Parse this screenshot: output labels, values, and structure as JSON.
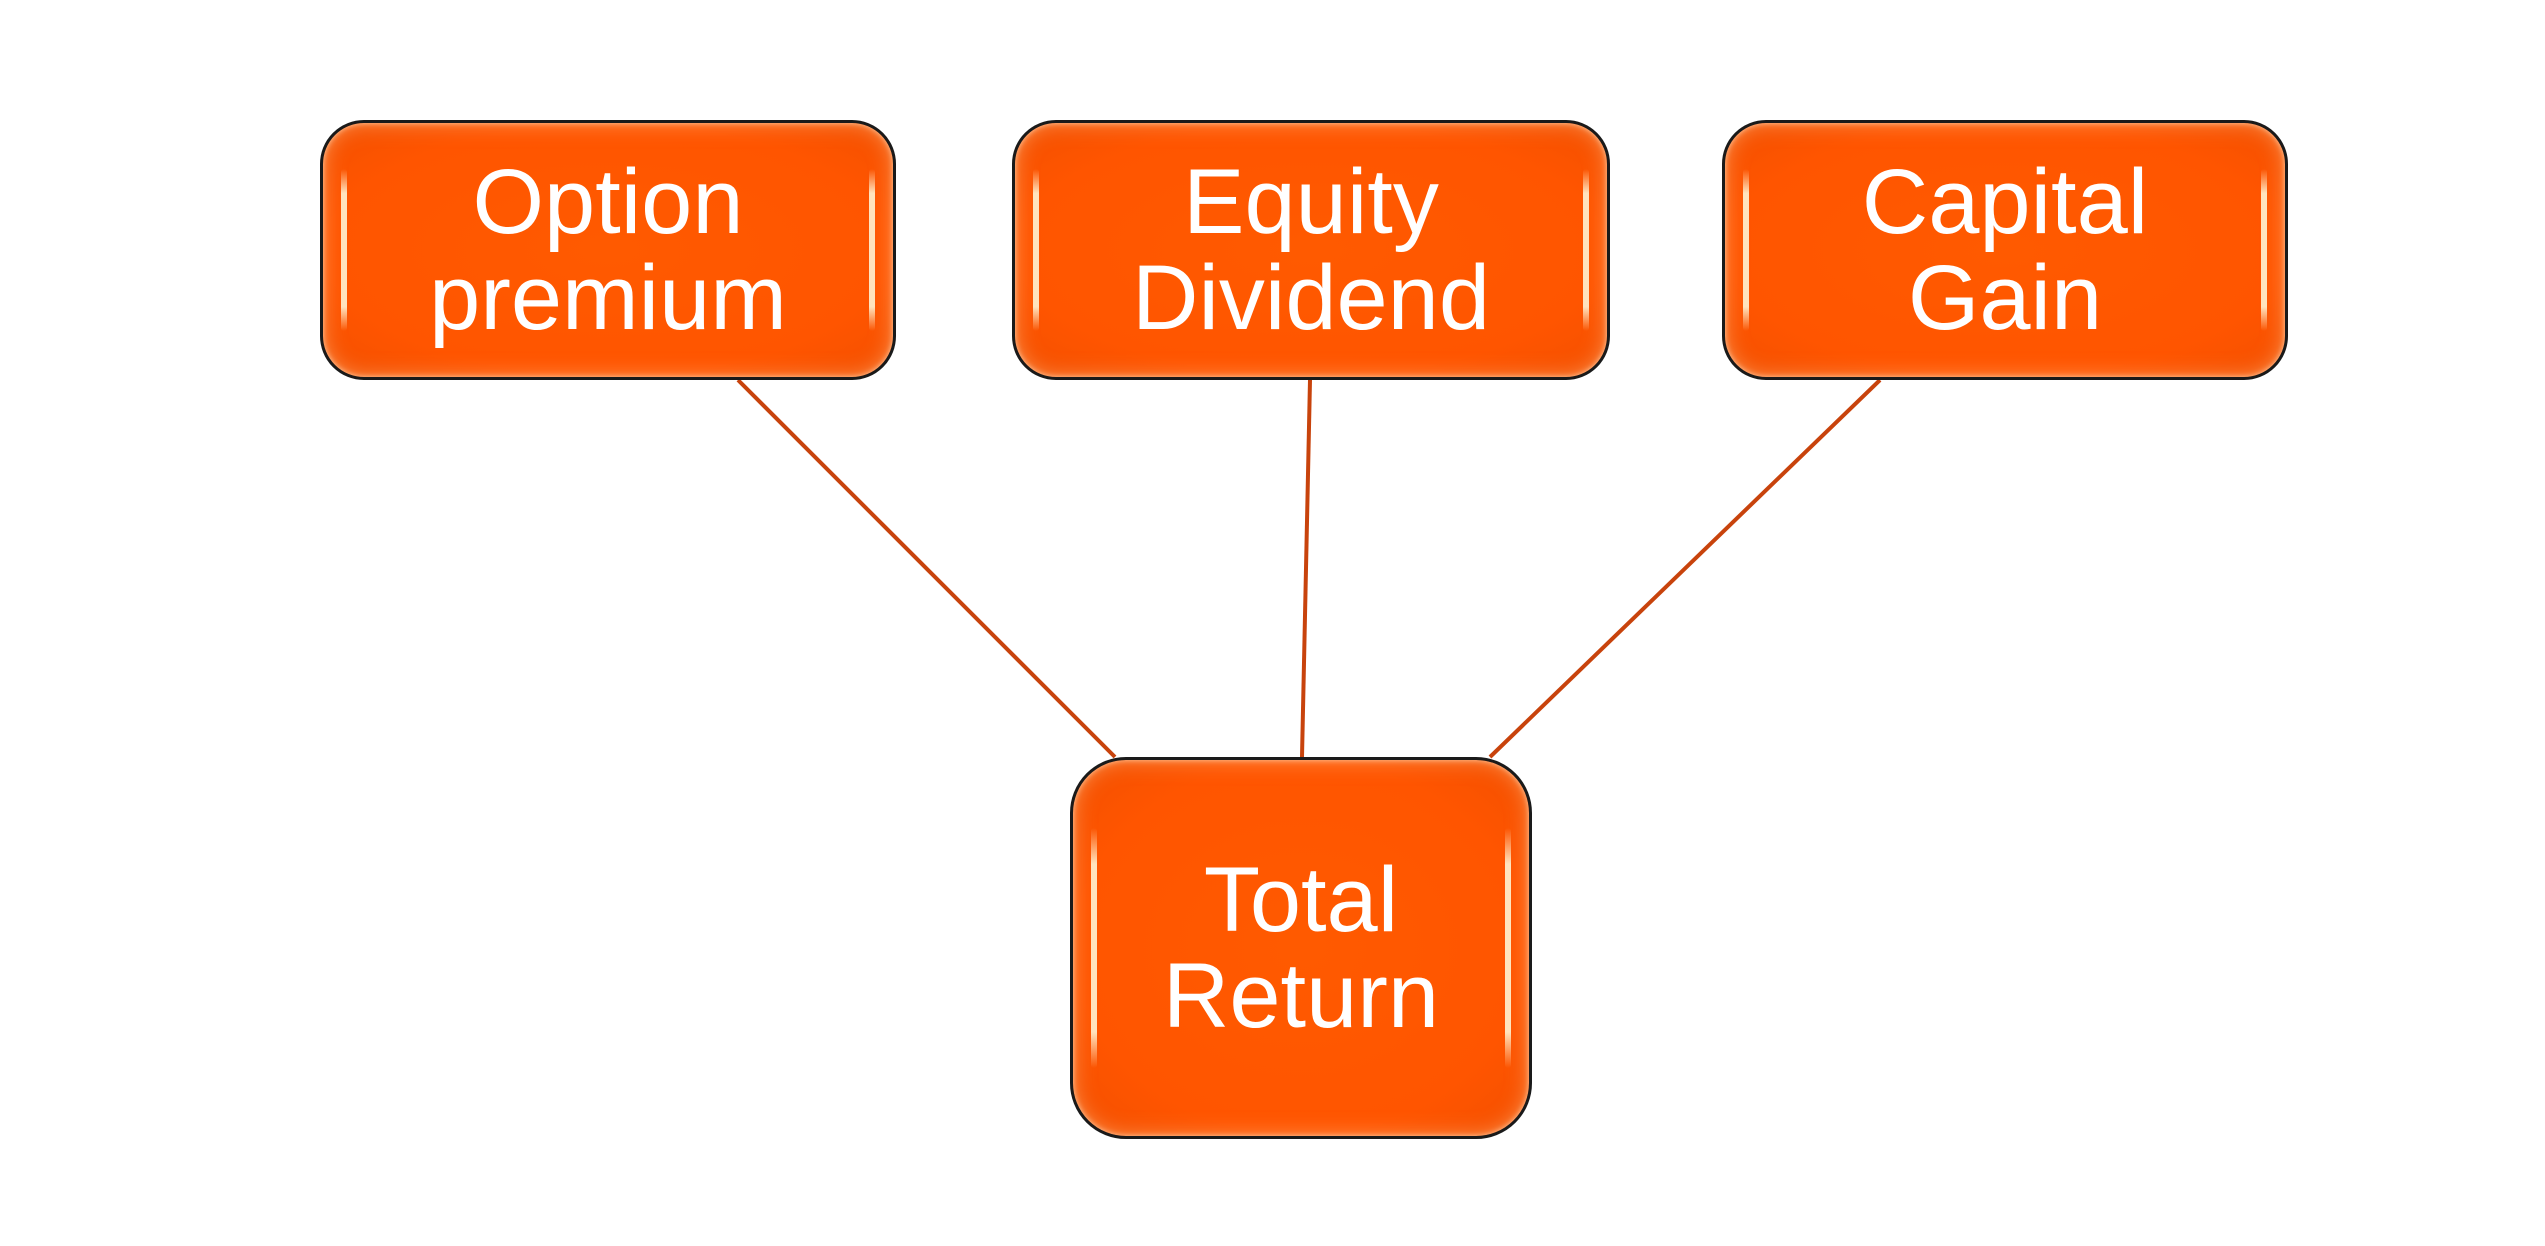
{
  "diagram": {
    "nodes": [
      {
        "id": "option",
        "label": "Option\npremium"
      },
      {
        "id": "equity",
        "label": "Equity\nDividend"
      },
      {
        "id": "capital",
        "label": "Capital\nGain"
      },
      {
        "id": "total",
        "label": "Total\nReturn"
      }
    ],
    "edges": [
      {
        "from": "option",
        "to": "total"
      },
      {
        "from": "equity",
        "to": "total"
      },
      {
        "from": "capital",
        "to": "total"
      }
    ]
  },
  "colors": {
    "node_fill": "#ff5500",
    "node_border": "#1a1a1a",
    "text": "#ffffff",
    "connector": "#c8430c",
    "background": "#ffffff"
  }
}
